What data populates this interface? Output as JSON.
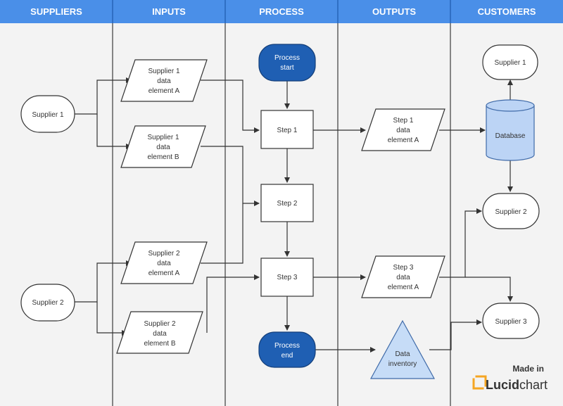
{
  "header": {
    "lanes": [
      "SUPPLIERS",
      "INPUTS",
      "PROCESS",
      "OUTPUTS",
      "CUSTOMERS"
    ]
  },
  "suppliers": {
    "supplier1": "Supplier 1",
    "supplier2": "Supplier 2"
  },
  "inputs": {
    "s1a": [
      "Supplier 1",
      "data",
      "element A"
    ],
    "s1b": [
      "Supplier 1",
      "data",
      "element B"
    ],
    "s2a": [
      "Supplier 2",
      "data",
      "element A"
    ],
    "s2b": [
      "Supplier 2",
      "data",
      "element B"
    ]
  },
  "process": {
    "start": [
      "Process",
      "start"
    ],
    "step1": "Step 1",
    "step2": "Step 2",
    "step3": "Step 3",
    "end": [
      "Process",
      "end"
    ]
  },
  "outputs": {
    "o1": [
      "Step 1",
      "data",
      "element A"
    ],
    "o3": [
      "Step 3",
      "data",
      "element A"
    ],
    "inventory": [
      "Data",
      "inventory"
    ]
  },
  "customers": {
    "c1": "Supplier 1",
    "database": "Database",
    "c2": "Supplier 2",
    "c3": "Supplier 3"
  },
  "branding": {
    "made_in": "Made in",
    "logo_lucid": "Lucid",
    "logo_chart": "chart"
  },
  "colors": {
    "header_bg": "#4a8fe8",
    "header_divider": "#2f6fc4",
    "node_fill": "#ffffff",
    "node_stroke": "#333333",
    "process_fill": "#1f5fb3",
    "process_stroke": "#143f7a",
    "database_fill": "#bcd4f5",
    "database_stroke": "#3f6aa8",
    "triangle_fill": "#c6dcf7",
    "triangle_stroke": "#3f6aa8",
    "logo_orange": "#f5a623"
  }
}
